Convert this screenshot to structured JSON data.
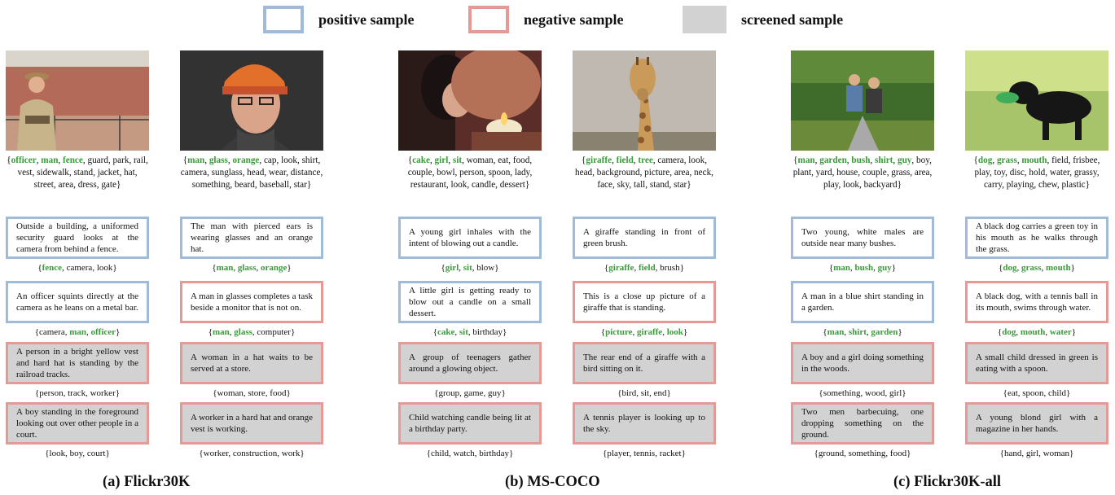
{
  "legend": {
    "positive": "positive sample",
    "negative": "negative sample",
    "screened": "screened sample",
    "colors": {
      "positive": "#9fbbd9",
      "negative": "#e59a95",
      "screened": "#d3d2d2",
      "keyword": "#3a9a3a"
    }
  },
  "subfigures": [
    "(a) Flickr30K",
    "(b) MS-COCO",
    "(c) Flickr30K-all"
  ],
  "columns": [
    {
      "image": "security guard standing outside building",
      "keywords": [
        [
          "officer",
          1
        ],
        [
          "man",
          1
        ],
        [
          "fence",
          1
        ],
        [
          "guard",
          0
        ],
        [
          "park",
          0
        ],
        [
          "rail",
          0
        ],
        [
          "vest",
          0
        ],
        [
          "sidewalk",
          0
        ],
        [
          "stand",
          0
        ],
        [
          "jacket",
          0
        ],
        [
          "hat",
          0
        ],
        [
          "street",
          0
        ],
        [
          "area",
          0
        ],
        [
          "dress",
          0
        ],
        [
          "gate",
          0
        ]
      ],
      "captions": [
        {
          "type": "pos",
          "text": "Outside a building, a uniformed security guard looks at the camera from behind a fence.",
          "kw": [
            [
              "fence",
              1
            ],
            [
              "camera",
              0
            ],
            [
              "look",
              0
            ]
          ]
        },
        {
          "type": "pos",
          "text": "An officer squints directly at the camera as he leans on a metal bar.",
          "kw": [
            [
              "camera",
              0
            ],
            [
              "man",
              1
            ],
            [
              "officer",
              1
            ]
          ]
        },
        {
          "type": "negscr",
          "text": "A person in a bright yellow vest and hard hat is standing by the railroad tracks.",
          "kw": [
            [
              "person",
              0
            ],
            [
              "track",
              0
            ],
            [
              "worker",
              0
            ]
          ]
        },
        {
          "type": "negscr",
          "text": "A boy standing in the foreground looking out over other people in a court.",
          "kw": [
            [
              "look",
              0
            ],
            [
              "boy",
              0
            ],
            [
              "court",
              0
            ]
          ]
        }
      ]
    },
    {
      "image": "man with glasses and orange knit hat",
      "keywords": [
        [
          "man",
          1
        ],
        [
          "glass",
          1
        ],
        [
          "orange",
          1
        ],
        [
          "cap",
          0
        ],
        [
          "look",
          0
        ],
        [
          "shirt",
          0
        ],
        [
          "camera",
          0
        ],
        [
          "sunglass",
          0
        ],
        [
          "head",
          0
        ],
        [
          "wear",
          0
        ],
        [
          "distance",
          0
        ],
        [
          "something",
          0
        ],
        [
          "beard",
          0
        ],
        [
          "baseball",
          0
        ],
        [
          "star",
          0
        ]
      ],
      "captions": [
        {
          "type": "pos",
          "text": "The man with pierced ears is wearing glasses and an orange hat.",
          "kw": [
            [
              "man",
              1
            ],
            [
              "glass",
              1
            ],
            [
              "orange",
              1
            ]
          ]
        },
        {
          "type": "neg",
          "text": "A man in glasses completes a task beside a monitor that is not on.",
          "kw": [
            [
              "man",
              1
            ],
            [
              "glass",
              1
            ],
            [
              "computer",
              0
            ]
          ]
        },
        {
          "type": "negscr",
          "text": "A woman in a hat waits to be served at a store.",
          "kw": [
            [
              "woman",
              0
            ],
            [
              "store",
              0
            ],
            [
              "food",
              0
            ]
          ]
        },
        {
          "type": "negscr",
          "text": "A worker in a hard hat and orange vest is working.",
          "kw": [
            [
              "worker",
              0
            ],
            [
              "construction",
              0
            ],
            [
              "work",
              0
            ]
          ]
        }
      ]
    },
    {
      "image": "girl blowing out a candle on a cake",
      "keywords": [
        [
          "cake",
          1
        ],
        [
          "girl",
          1
        ],
        [
          "sit",
          1
        ],
        [
          "woman",
          0
        ],
        [
          "eat",
          0
        ],
        [
          "food",
          0
        ],
        [
          "couple",
          0
        ],
        [
          "bowl",
          0
        ],
        [
          "person",
          0
        ],
        [
          "spoon",
          0
        ],
        [
          "lady",
          0
        ],
        [
          "restaurant",
          0
        ],
        [
          "look",
          0
        ],
        [
          "candle",
          0
        ],
        [
          "dessert",
          0
        ]
      ],
      "captions": [
        {
          "type": "pos",
          "text": "A young girl inhales with the intent of blowing out a candle.",
          "kw": [
            [
              "girl",
              1
            ],
            [
              "sit",
              1
            ],
            [
              "blow",
              0
            ]
          ]
        },
        {
          "type": "pos",
          "text": "A little girl is getting ready to blow out a candle on a small dessert.",
          "kw": [
            [
              "cake",
              1
            ],
            [
              "sit",
              1
            ],
            [
              "birthday",
              0
            ]
          ]
        },
        {
          "type": "negscr",
          "text": "A group of teenagers gather around a glowing object.",
          "kw": [
            [
              "group",
              0
            ],
            [
              "game",
              0
            ],
            [
              "guy",
              0
            ]
          ]
        },
        {
          "type": "negscr",
          "text": "Child watching candle being lit at a birthday party.",
          "kw": [
            [
              "child",
              0
            ],
            [
              "watch",
              0
            ],
            [
              "birthday",
              0
            ]
          ]
        }
      ]
    },
    {
      "image": "giraffe standing in a field",
      "keywords": [
        [
          "giraffe",
          1
        ],
        [
          "field",
          1
        ],
        [
          "tree",
          1
        ],
        [
          "camera",
          0
        ],
        [
          "look",
          0
        ],
        [
          "head",
          0
        ],
        [
          "background",
          0
        ],
        [
          "picture",
          0
        ],
        [
          "area",
          0
        ],
        [
          "neck",
          0
        ],
        [
          "face",
          0
        ],
        [
          "sky",
          0
        ],
        [
          "tall",
          0
        ],
        [
          "stand",
          0
        ],
        [
          "star",
          0
        ]
      ],
      "captions": [
        {
          "type": "pos",
          "text": "A giraffe standing in front of green brush.",
          "kw": [
            [
              "giraffe",
              1
            ],
            [
              "field",
              1
            ],
            [
              "brush",
              0
            ]
          ]
        },
        {
          "type": "neg",
          "text": "This is a close up picture of a giraffe that is standing.",
          "kw": [
            [
              "picture",
              1
            ],
            [
              "giraffe",
              1
            ],
            [
              "look",
              1
            ]
          ]
        },
        {
          "type": "negscr",
          "text": "The rear end of a giraffe with a bird sitting on it.",
          "kw": [
            [
              "bird",
              0
            ],
            [
              "sit",
              0
            ],
            [
              "end",
              0
            ]
          ]
        },
        {
          "type": "negscr",
          "text": "A tennis player is looking up to the sky.",
          "kw": [
            [
              "player",
              0
            ],
            [
              "tennis",
              0
            ],
            [
              "racket",
              0
            ]
          ]
        }
      ]
    },
    {
      "image": "two young men near bushes in a garden",
      "keywords": [
        [
          "man",
          1
        ],
        [
          "garden",
          1
        ],
        [
          "bush",
          1
        ],
        [
          "shirt",
          1
        ],
        [
          "guy",
          1
        ],
        [
          "boy",
          0
        ],
        [
          "plant",
          0
        ],
        [
          "yard",
          0
        ],
        [
          "house",
          0
        ],
        [
          "couple",
          0
        ],
        [
          "grass",
          0
        ],
        [
          "area",
          0
        ],
        [
          "play",
          0
        ],
        [
          "look",
          0
        ],
        [
          "backyard",
          0
        ]
      ],
      "captions": [
        {
          "type": "pos",
          "text": "Two young, white males are outside near many bushes.",
          "kw": [
            [
              "man",
              1
            ],
            [
              "bush",
              1
            ],
            [
              "guy",
              1
            ]
          ]
        },
        {
          "type": "pos",
          "text": "A man in a blue shirt standing in a garden.",
          "kw": [
            [
              "man",
              1
            ],
            [
              "shirt",
              1
            ],
            [
              "garden",
              1
            ]
          ]
        },
        {
          "type": "negscr",
          "text": "A boy and a girl doing something in the woods.",
          "kw": [
            [
              "something",
              0
            ],
            [
              "wood",
              0
            ],
            [
              "girl",
              0
            ]
          ]
        },
        {
          "type": "negscr",
          "text": "Two men barbecuing, one dropping something on the ground.",
          "kw": [
            [
              "ground",
              0
            ],
            [
              "something",
              0
            ],
            [
              "food",
              0
            ]
          ]
        }
      ]
    },
    {
      "image": "black dog carrying a green toy on grass",
      "keywords": [
        [
          "dog",
          1
        ],
        [
          "grass",
          1
        ],
        [
          "mouth",
          1
        ],
        [
          "field",
          0
        ],
        [
          "frisbee",
          0
        ],
        [
          "play",
          0
        ],
        [
          "toy",
          0
        ],
        [
          "disc",
          0
        ],
        [
          "hold",
          0
        ],
        [
          "water",
          0
        ],
        [
          "grassy",
          0
        ],
        [
          "carry",
          0
        ],
        [
          "playing",
          0
        ],
        [
          "chew",
          0
        ],
        [
          "plastic",
          0
        ]
      ],
      "captions": [
        {
          "type": "pos",
          "text": "A black dog carries a green toy in his mouth as he walks through the grass.",
          "kw": [
            [
              "dog",
              1
            ],
            [
              "grass",
              1
            ],
            [
              "mouth",
              1
            ]
          ]
        },
        {
          "type": "neg",
          "text": "A black dog, with a tennis ball in its mouth, swims through water.",
          "kw": [
            [
              "dog",
              1
            ],
            [
              "mouth",
              1
            ],
            [
              "water",
              1
            ]
          ]
        },
        {
          "type": "negscr",
          "text": "A small child dressed in green is eating with a spoon.",
          "kw": [
            [
              "eat",
              0
            ],
            [
              "spoon",
              0
            ],
            [
              "child",
              0
            ]
          ]
        },
        {
          "type": "negscr",
          "text": "A young blond girl with a magazine in her hands.",
          "kw": [
            [
              "hand",
              0
            ],
            [
              "girl",
              0
            ],
            [
              "woman",
              0
            ]
          ]
        }
      ]
    }
  ]
}
